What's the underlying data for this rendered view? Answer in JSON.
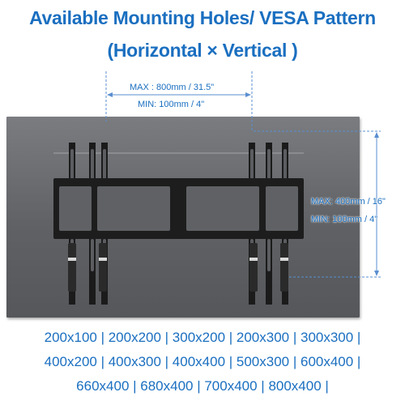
{
  "heading": {
    "line1": "Available Mounting Holes/ VESA Pattern",
    "line2": "(Horizontal × Vertical )"
  },
  "horizontal": {
    "max_label": "MAX : 800mm / 31.5\"",
    "min_label": "MIN: 100mm / 4\""
  },
  "vertical": {
    "max_label": "MAX: 400mm / 16\"",
    "min_label": "MIN: 100mm / 4\""
  },
  "patterns": {
    "line1": "200x100 | 200x200 | 300x200 | 200x300 | 300x300 |",
    "line2": "400x200 | 400x300 | 400x400 | 500x300 | 600x400 |",
    "line3": "660x400 | 680x400 | 700x400 | 800x400 |"
  },
  "colors": {
    "accent": "#1a6fc0",
    "panel": "#66686c",
    "bracket": "#1b1b1b"
  }
}
